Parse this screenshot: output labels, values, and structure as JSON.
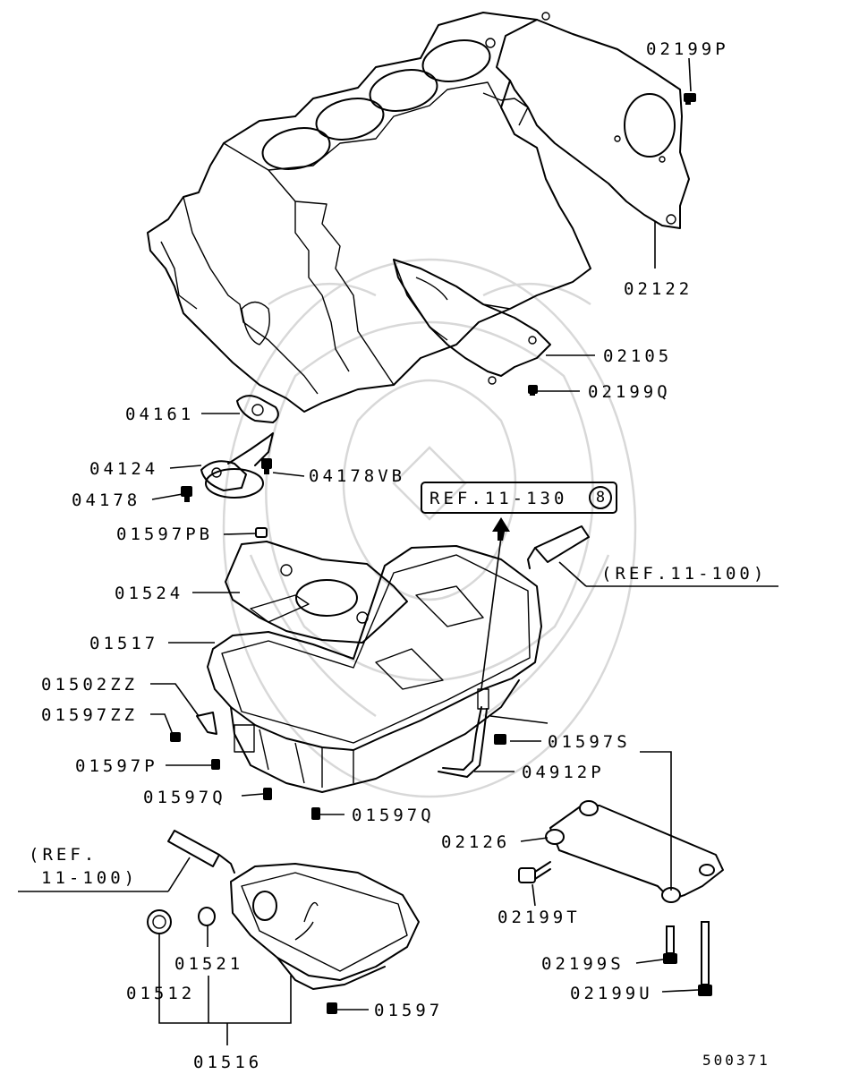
{
  "labels": {
    "p02199P": "02199P",
    "p02122": "02122",
    "p02105": "02105",
    "p02199Q": "02199Q",
    "p04161": "04161",
    "p04124": "04124",
    "p04178VB": "04178VB",
    "p04178": "04178",
    "p01597PB": "01597PB",
    "ref_11_130": "REF.11-130",
    "ref_circle": "8",
    "ref_11_100_right": "(REF.11-100)",
    "p01524": "01524",
    "p01517": "01517",
    "p01502ZZ": "01502ZZ",
    "p01597ZZ": "01597ZZ",
    "p01597S": "01597S",
    "p01597P": "01597P",
    "p04912P": "04912P",
    "p01597Q_a": "01597Q",
    "p01597Q_b": "01597Q",
    "p02126": "02126",
    "ref_left_line1": "(REF.",
    "ref_left_line2": "11-100)",
    "p02199T": "02199T",
    "p01521": "01521",
    "p02199S": "02199S",
    "p01512": "01512",
    "p02199U": "02199U",
    "p01597": "01597",
    "p01516": "01516",
    "figure_number": "500371"
  }
}
